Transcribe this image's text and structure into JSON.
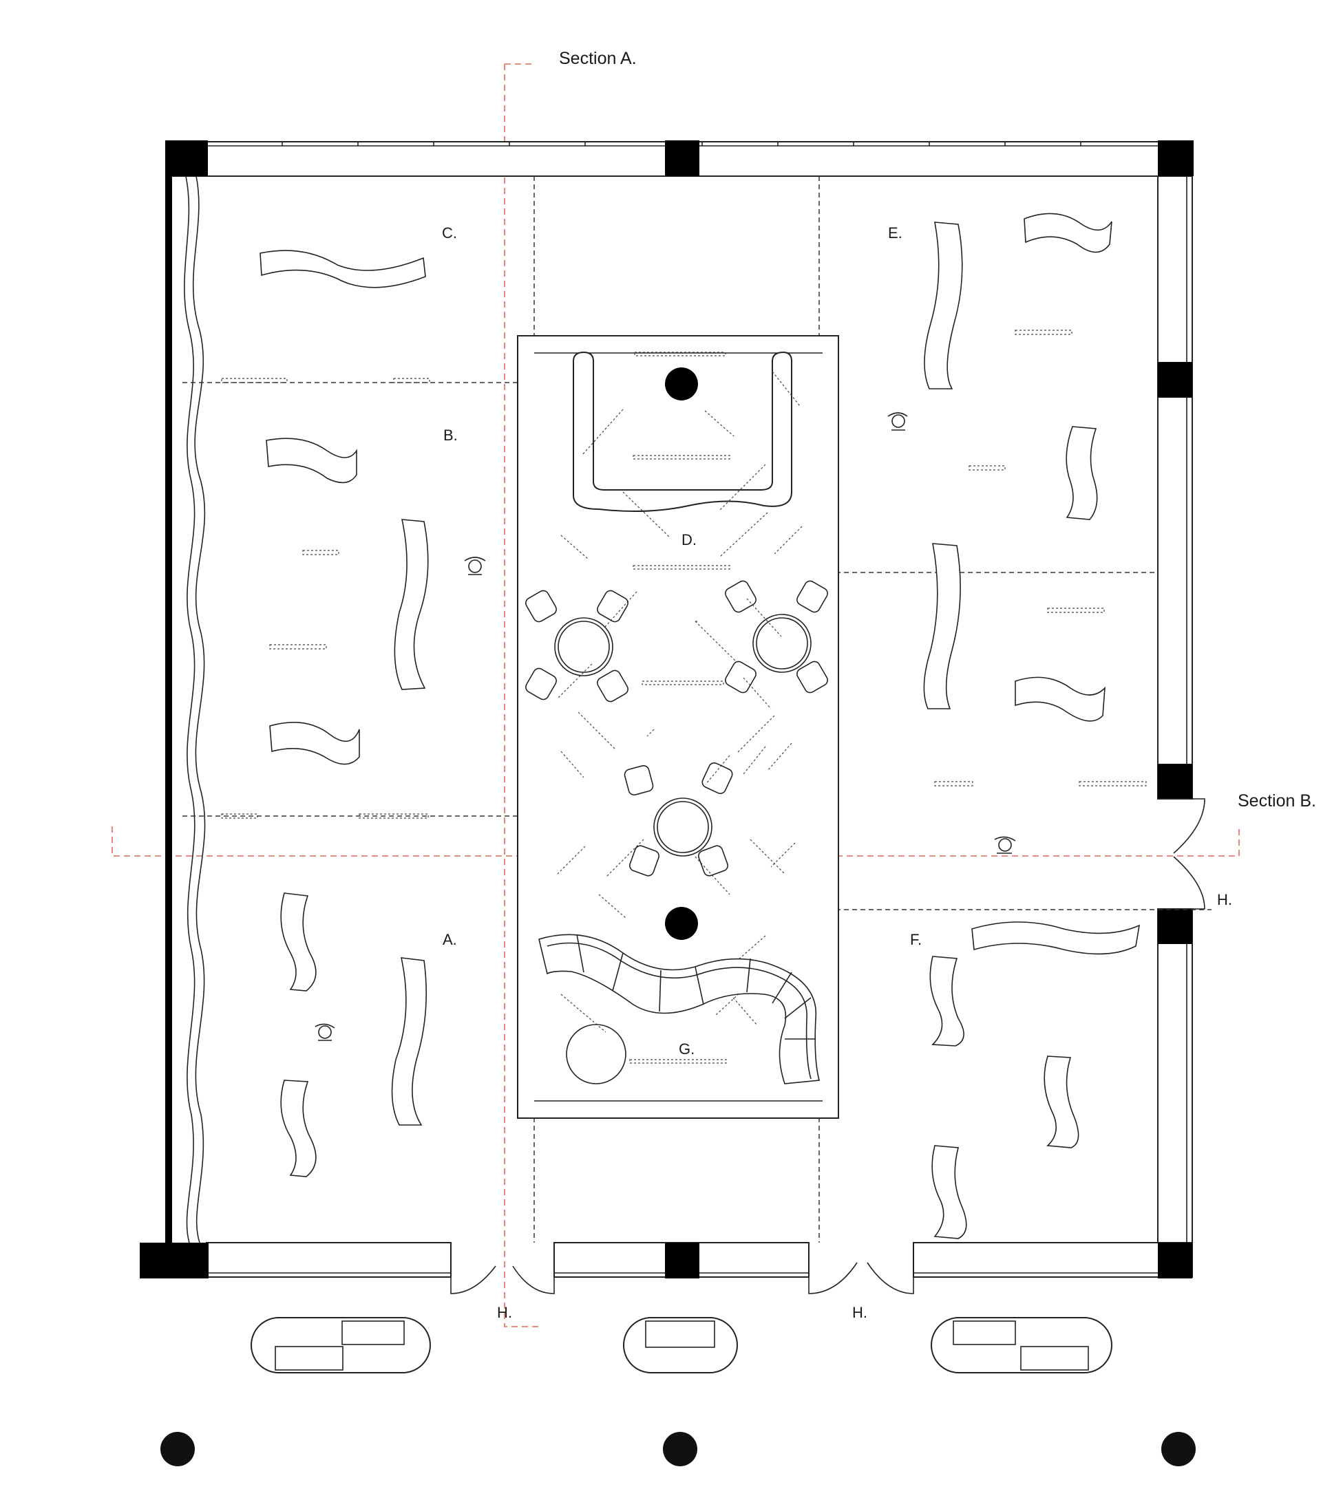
{
  "sections": {
    "section_a": "Section A.",
    "section_b": "Section B."
  },
  "zones": {
    "a": "A.",
    "b": "B.",
    "c": "C.",
    "d": "D.",
    "e": "E.",
    "f": "F.",
    "g": "G."
  },
  "entrances": {
    "h_bottom_left": "H.",
    "h_bottom_right": "H.",
    "h_right": "H."
  },
  "colors": {
    "wall": "#000000",
    "section_line": "#e06a5a",
    "background": "#ffffff"
  }
}
